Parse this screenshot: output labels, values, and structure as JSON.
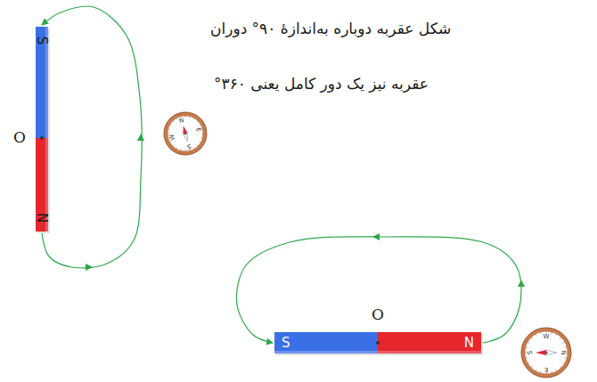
{
  "diagram": {
    "nodes": [
      {
        "text": [
          "S"
        ]
      },
      {
        "text": [
          "N"
        ]
      },
      {
        "text": [
          "S"
        ]
      },
      {
        "text": [
          "N"
        ]
      }
    ],
    "edges": [
      {
        "from": 1,
        "to": 0,
        "arrow": "to"
      },
      {
        "from": 3,
        "to": 2,
        "arrow": "to"
      }
    ],
    "labels": [
      "شکل عقربه دوباره به‌اندازهٔ ۹۰° دوران",
      "O",
      "عقربه نیز یک دور کامل یعنی ۳۶۰°",
      "N",
      "E",
      "S",
      "W",
      "O",
      "N",
      "E",
      "S",
      "W"
    ]
  }
}
